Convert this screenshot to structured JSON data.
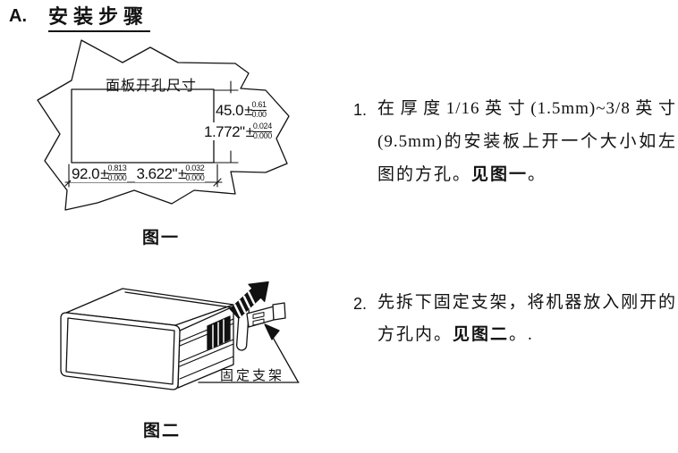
{
  "colors": {
    "ink": "#111111",
    "background": "#ffffff"
  },
  "heading": {
    "letter": "A.",
    "title": "安装步骤"
  },
  "figure1": {
    "panel_label": "面板开孔尺寸",
    "pm": "±",
    "dim_height_mm": {
      "value": "45.0",
      "plus": "0.61",
      "minus": "0.00"
    },
    "dim_height_in": {
      "value": "1.772\"",
      "plus": "0.024",
      "minus": "0.000"
    },
    "dim_width_mm": {
      "value": "92.0",
      "plus": "0.813",
      "minus": "0.000"
    },
    "dim_width_in": {
      "value": "3.622\"",
      "plus": "0.032",
      "minus": "0.000"
    },
    "caption": "图一"
  },
  "figure2": {
    "bracket_label": "固定支架",
    "caption": "图二"
  },
  "steps": {
    "step1": {
      "number": "1.",
      "line1": "在厚度1/16英寸(1.5mm)~3/8英寸",
      "line2": "(9.5mm)的安装板上开一个大小如左",
      "line3_pre": "图的方孔。",
      "line3_bold": "见图一",
      "line3_post": "。"
    },
    "step2": {
      "number": "2.",
      "line1": "先拆下固定支架，将机器放入刚开的",
      "line2_pre": "方孔内。",
      "line2_bold": "见图二",
      "line2_post": "。."
    }
  }
}
